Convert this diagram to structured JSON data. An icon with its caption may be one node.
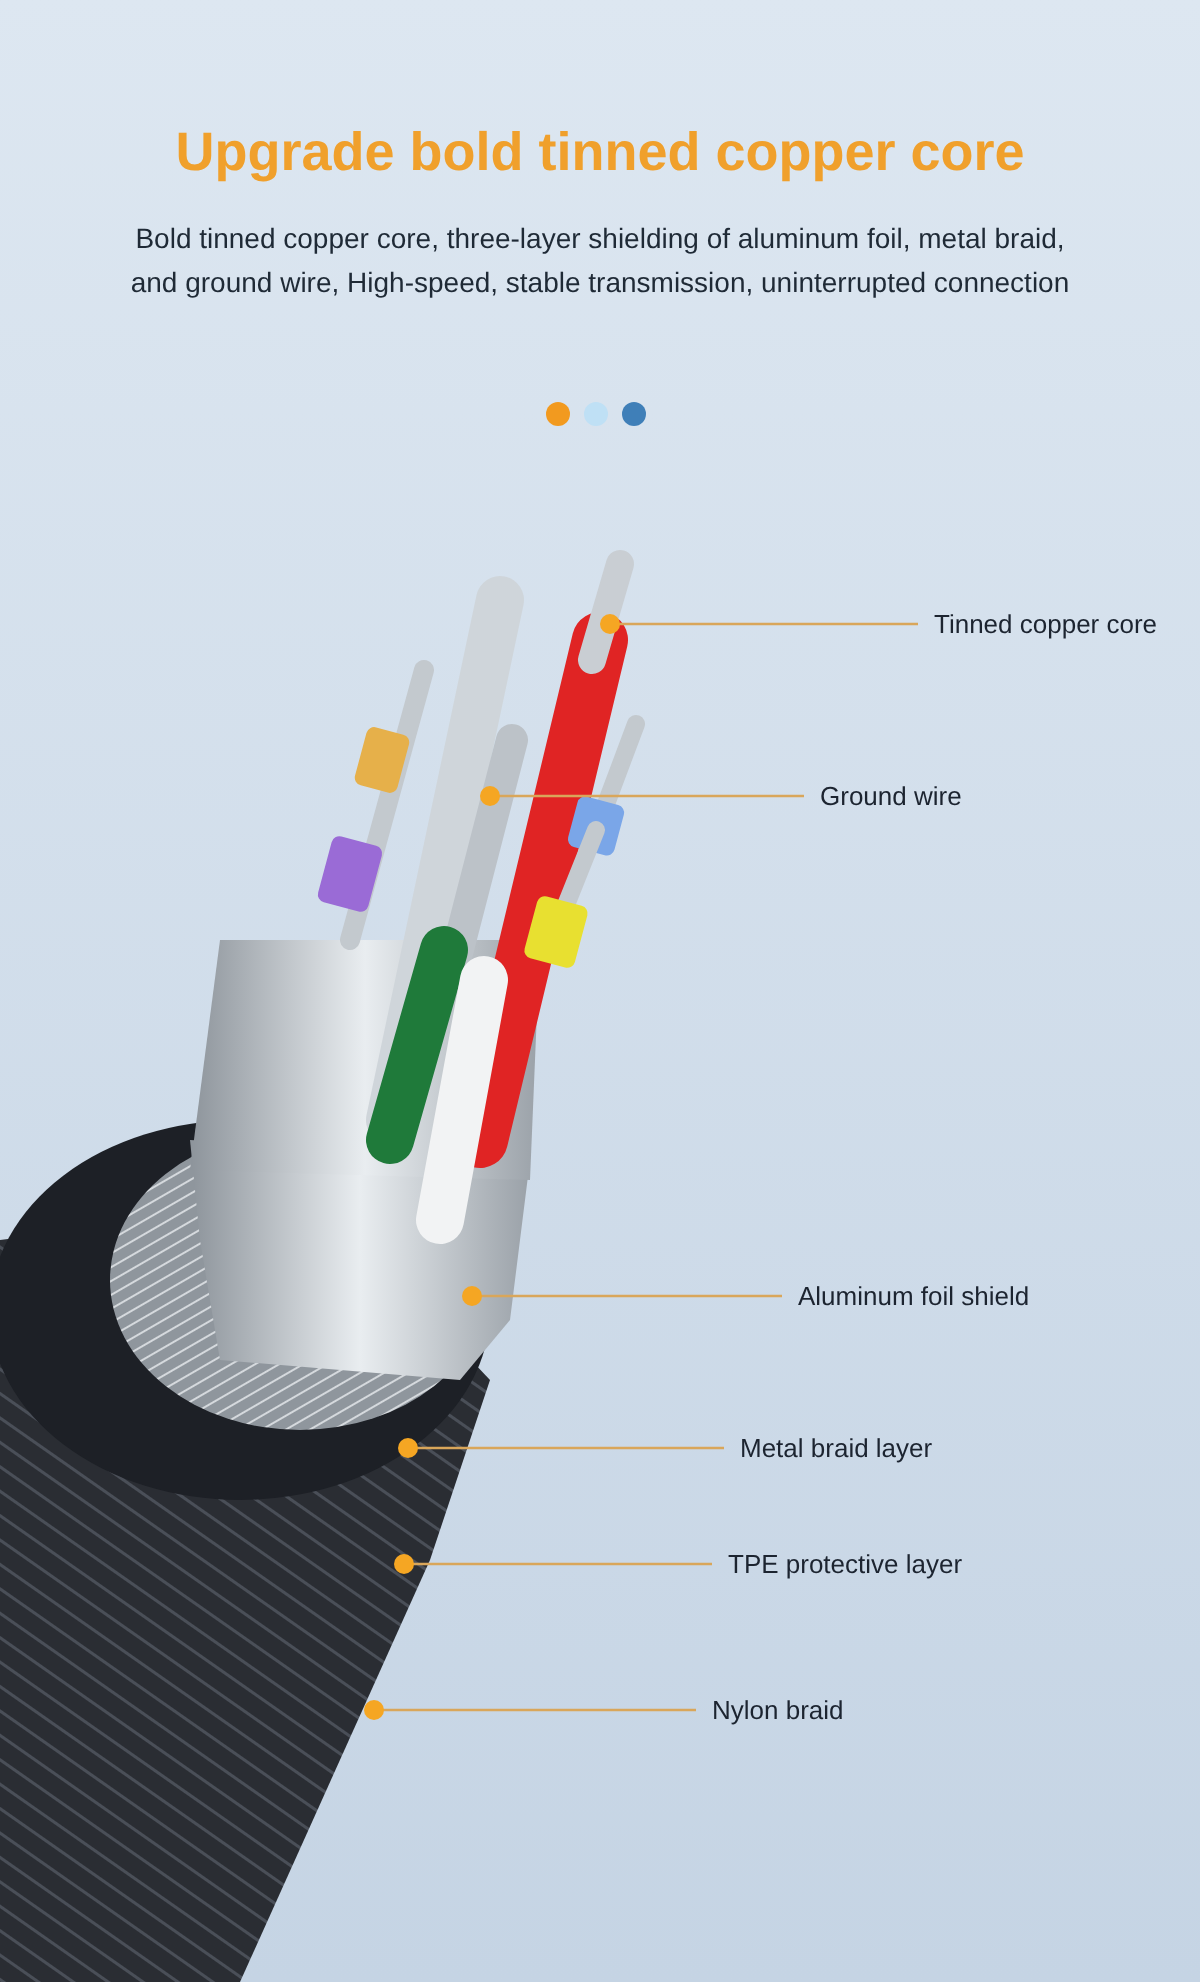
{
  "diagram": {
    "title": "Upgrade bold tinned copper core",
    "nodes": [
      {
        "text": [
          "Tinned copper core"
        ]
      },
      {
        "text": [
          "Ground wire"
        ]
      },
      {
        "text": [
          "Aluminum foil shield"
        ]
      },
      {
        "text": [
          "Metal braid layer"
        ]
      },
      {
        "text": [
          "TPE protective layer"
        ]
      },
      {
        "text": [
          "Nylon braid"
        ]
      }
    ],
    "edges": [
      {
        "from": 0,
        "to": null,
        "arrow": "other"
      },
      {
        "from": 1,
        "to": null,
        "arrow": "other"
      },
      {
        "from": 2,
        "to": null,
        "arrow": "other"
      },
      {
        "from": 3,
        "to": null,
        "arrow": "other"
      },
      {
        "from": 4,
        "to": null,
        "arrow": "other"
      },
      {
        "from": 5,
        "to": null,
        "arrow": "other"
      }
    ],
    "labels": [
      "Bold tinned copper core, three-layer shielding of aluminum foil, metal braid, and ground wire, High-speed, stable transmission, uninterrupted connection"
    ]
  }
}
